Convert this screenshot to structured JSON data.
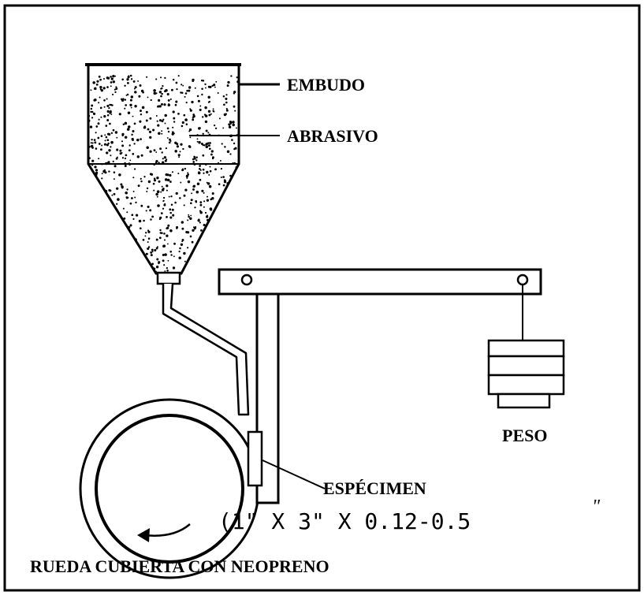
{
  "labels": {
    "funnel": "EMBUDO",
    "abrasive": "ABRASIVO",
    "weight": "PESO",
    "specimen": "ESPÉCIMEN",
    "specimen_size": "(1\" X 3\" X 0.12-0.5",
    "specimen_size_unit": "\"",
    "wheel": "RUEDA CUBIERTA CON NEOPRENO"
  }
}
